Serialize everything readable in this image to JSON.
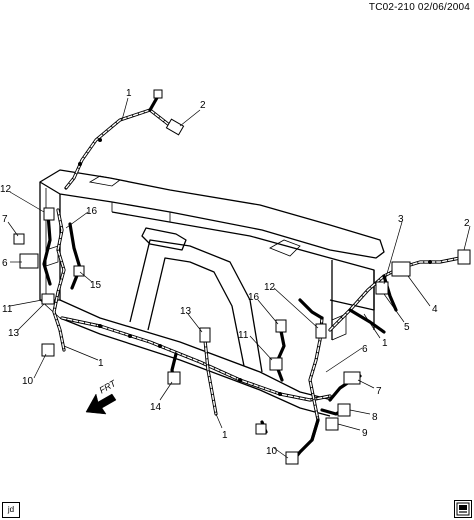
{
  "header": {
    "ref_code": "TC02-210  02/06/2004"
  },
  "footer": {
    "initials": "jd",
    "logo_icon": "gm-logo-icon"
  },
  "direction": {
    "label": "FRT"
  },
  "callouts": {
    "c1_top": "1",
    "c2_top": "2",
    "c12_left": "12",
    "c7_left": "7",
    "c16_left": "16",
    "c6_left": "6",
    "c15_left": "15",
    "c11_left": "11",
    "c13_left": "13",
    "c1_left": "1",
    "c10_left": "10",
    "c14_mid": "14",
    "c13_mid": "13",
    "c1_bottom": "1",
    "c16_right": "16",
    "c12_right": "12",
    "c11_right": "11",
    "c3_right": "3",
    "c2_right": "2",
    "c4_right": "4",
    "c5_right": "5",
    "c1_right": "1",
    "c6_right": "6",
    "c7_right": "7",
    "c8_right": "8",
    "c9_right": "9",
    "c10_bottom": "10"
  }
}
